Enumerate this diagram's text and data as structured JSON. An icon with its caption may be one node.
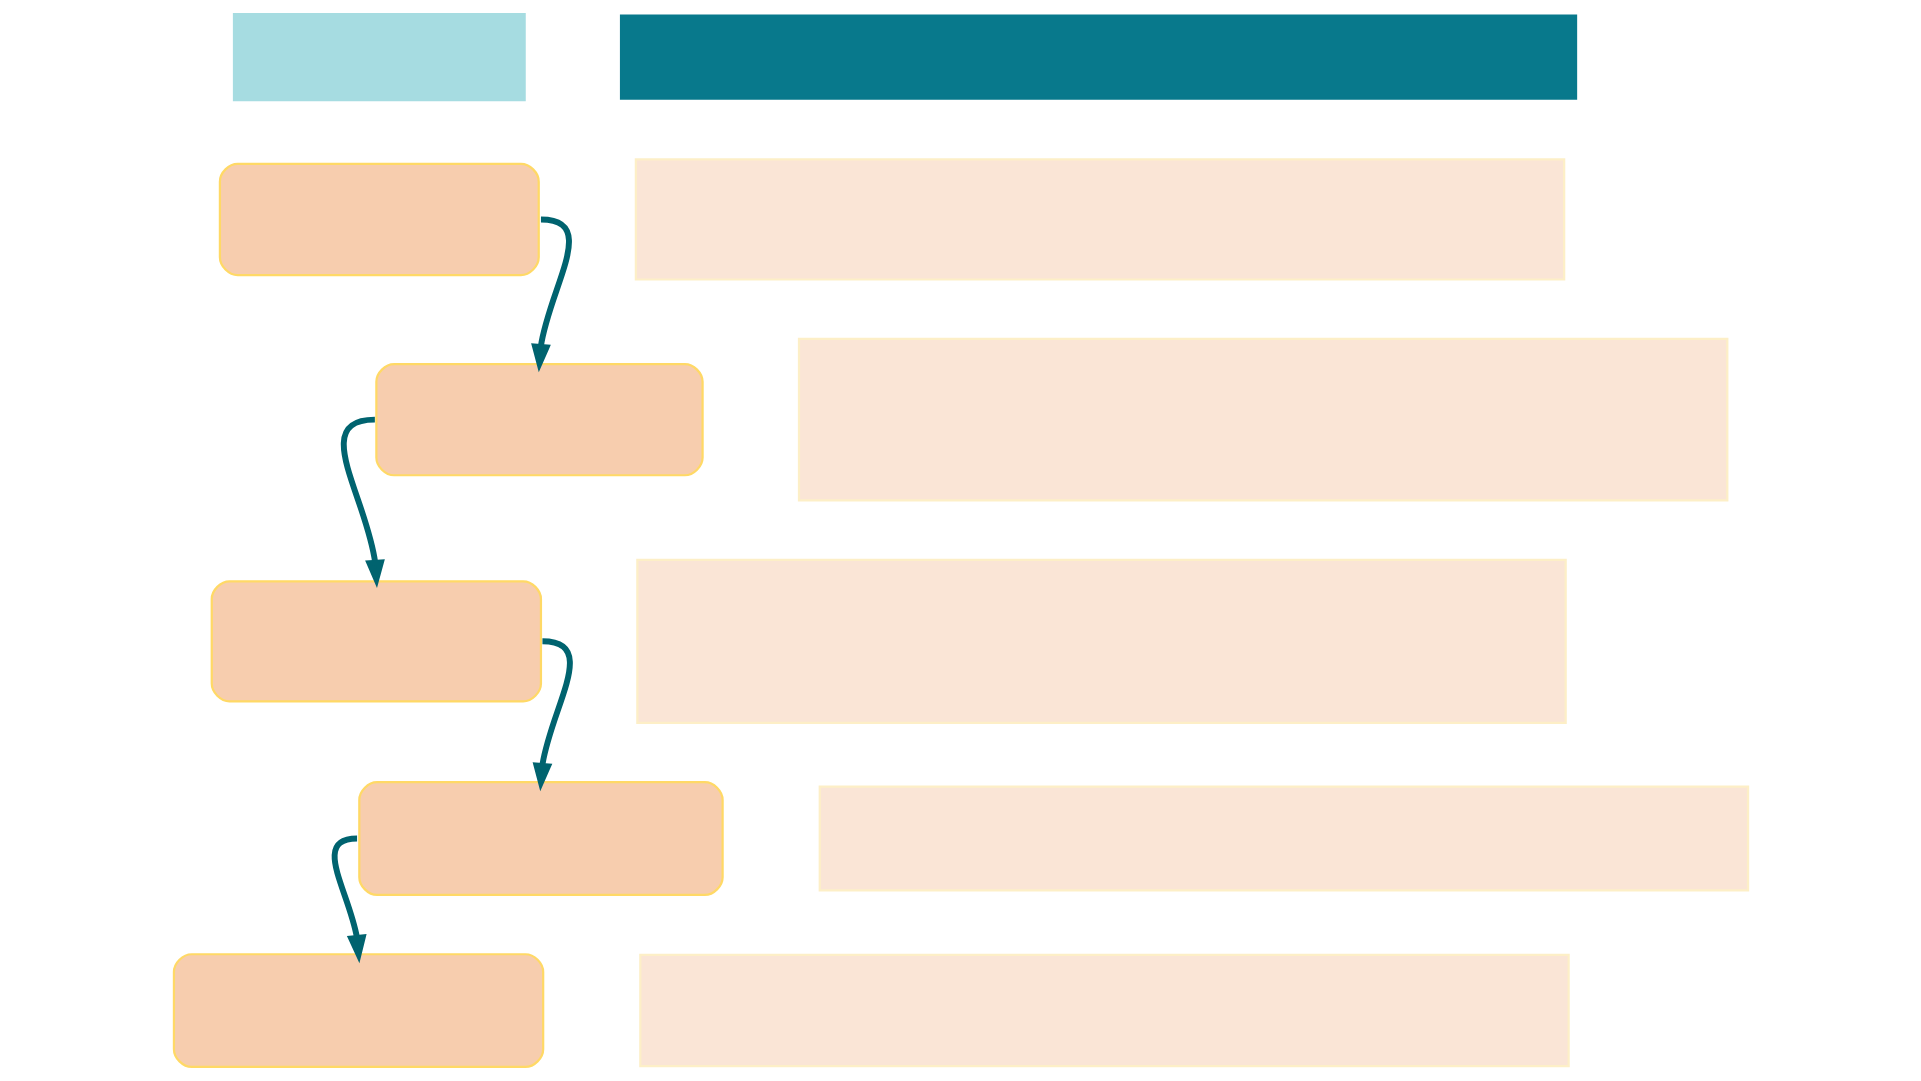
{
  "diagram": {
    "nodes": [
      {
        "text": [],
        "shape": "bar"
      },
      {
        "text": [],
        "shape": "bar"
      },
      {
        "text": [],
        "shape": "box"
      },
      {
        "text": [],
        "shape": "box"
      },
      {
        "text": [],
        "shape": "box"
      },
      {
        "text": [],
        "shape": "box"
      },
      {
        "text": [],
        "shape": "box"
      },
      {
        "text": [],
        "shape": "bar"
      },
      {
        "text": [],
        "shape": "bar"
      },
      {
        "text": [],
        "shape": "bar"
      },
      {
        "text": [],
        "shape": "bar"
      },
      {
        "text": [],
        "shape": "bar"
      }
    ],
    "edges": [
      {
        "from": 2,
        "to": 3,
        "arrow": "to"
      },
      {
        "from": 3,
        "to": 4,
        "arrow": "to"
      },
      {
        "from": 4,
        "to": 5,
        "arrow": "to"
      },
      {
        "from": 5,
        "to": 6,
        "arrow": "to"
      }
    ]
  }
}
